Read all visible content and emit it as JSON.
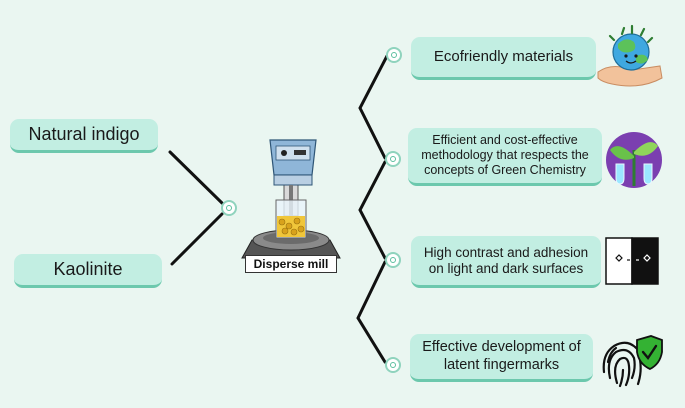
{
  "inputs": [
    {
      "label": "Natural indigo"
    },
    {
      "label": "Kaolinite"
    }
  ],
  "process": {
    "label": "Disperse mill"
  },
  "outputs": [
    {
      "label": "Ecofriendly materials"
    },
    {
      "label": "Efficient and cost-effective methodology that respects the concepts of Green Chemistry"
    },
    {
      "label": "High contrast and adhesion on light and dark surfaces"
    },
    {
      "label": "Effective development of latent fingermarks"
    }
  ],
  "colors": {
    "background": "#eaf6f1",
    "box_fill": "#c2eee2",
    "box_border": "#6cc8ad",
    "connector": "#111111",
    "node_ring": "#8fd3bd"
  },
  "icons": [
    "earth-in-hand-icon",
    "green-chemistry-plant-flask-icon",
    "light-dark-surface-icon",
    "fingerprint-shield-icon"
  ]
}
